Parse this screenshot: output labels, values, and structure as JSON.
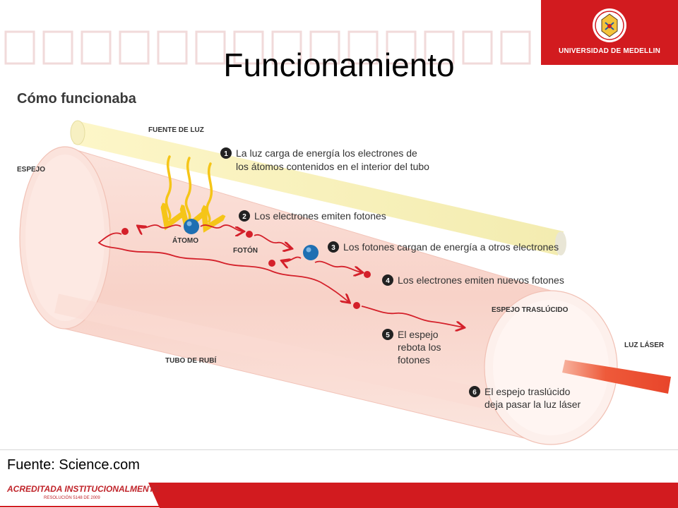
{
  "slide": {
    "title": "Funcionamiento",
    "caption": "Fuente: Science.com"
  },
  "logo": {
    "text": "UNIVERSIDAD DE MEDELLIN"
  },
  "footer": {
    "main": "ACREDITADA INSTITUCIONALMENTE",
    "sub": "RESOLUCIÓN 5148 DE 2009"
  },
  "diagram": {
    "heading": "Cómo funcionaba",
    "labels": {
      "fuente_luz": "FUENTE DE LUZ",
      "espejo": "ESPEJO",
      "atomo": "ÁTOMO",
      "foton": "FOTÓN",
      "espejo_traslucido": "ESPEJO TRASLÚCIDO",
      "tubo_rubi": "TUBO DE RUBÍ",
      "luz_laser": "LUZ LÁSER"
    },
    "steps": [
      {
        "num": "1",
        "lines": [
          "La luz carga de energía los electrones de",
          "los átomos contenidos en el interior del tubo"
        ]
      },
      {
        "num": "2",
        "lines": [
          "Los electrones emiten fotones"
        ]
      },
      {
        "num": "3",
        "lines": [
          "Los fotones cargan de energía a otros electrones"
        ]
      },
      {
        "num": "4",
        "lines": [
          "Los electrones emiten nuevos fotones"
        ]
      },
      {
        "num": "5",
        "lines": [
          "El espejo",
          "rebota los",
          "fotones"
        ]
      },
      {
        "num": "6",
        "lines": [
          "El espejo traslúcido",
          "deja pasar la luz láser"
        ]
      }
    ]
  },
  "colors": {
    "brand_red": "#d21b1f",
    "tube_pink": "#f9d6cf",
    "photon_red": "#d4202a",
    "atom_blue": "#1f6fb2",
    "light_yellow": "#f6efb0",
    "arrow_yellow": "#f5c518",
    "laser_orange": "#ee5a3a"
  }
}
